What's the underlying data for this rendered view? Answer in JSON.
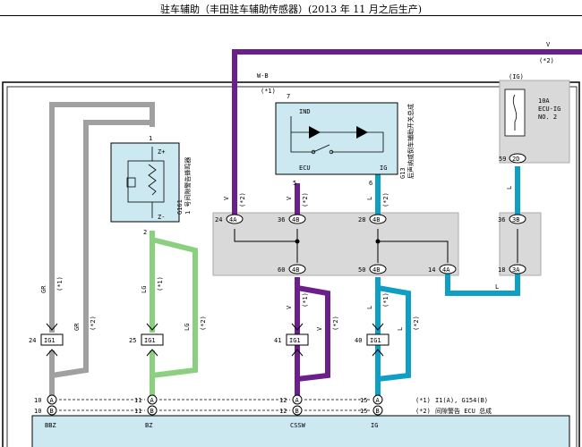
{
  "page_title": "驻车辅助（丰田驻车辅助传感器）(2013 年 11 月之后生产)",
  "top_wire": {
    "color": "V",
    "note": "(*2)"
  },
  "wb_wire": {
    "color": "W-B",
    "note": "(*1)"
  },
  "fuse": {
    "label": "(IG)",
    "lines": [
      "10A",
      "ECU-IG",
      "NO. 2"
    ],
    "pin": "59",
    "connector": "2D"
  },
  "buzzer": {
    "id": "G161",
    "name": "1 号间隙警告蜂鸣器",
    "pin_plus": "1",
    "pin_minus": "2",
    "term_plus": "Z+",
    "term_minus": "Z-"
  },
  "switch": {
    "id": "G13",
    "name": "后声纳或倒车辅助开关总成",
    "pin_ind": "7",
    "pin_ecu": "5",
    "pin_ig": "6",
    "term_ind": "IND",
    "term_ecu": "ECU",
    "term_ig": "IG"
  },
  "junctions": {
    "j1": {
      "top_pin": "24",
      "top_conn": "4A"
    },
    "j2": {
      "top_pin": "36",
      "top_conn": "4B",
      "bot_pin": "60",
      "bot_conn": "4B"
    },
    "j3": {
      "top_pin": "28",
      "top_conn": "4B",
      "bot_pin": "50",
      "bot_conn": "4B"
    },
    "j4": {
      "bot_pin": "14",
      "bot_conn": "4A"
    },
    "j5": {
      "top_pin": "36",
      "top_conn": "3B",
      "bot_pin": "18",
      "bot_conn": "3A"
    }
  },
  "wire_labels": {
    "v_left": "V",
    "v_left_note": "(*2)",
    "v_mid": "V",
    "v_mid_note": "(*2)",
    "l_mid": "L",
    "l_mid_note": "(*2)",
    "l_right": "L",
    "l_horiz": "L",
    "gr1": "GR",
    "gr1_note": "(*1)",
    "gr2": "GR",
    "gr2_note": "(*2)",
    "lg1": "LG",
    "lg1_note": "(*1)",
    "lg2": "LG",
    "lg2_note": "(*2)",
    "v_lower1": "V",
    "v_lower1_note": "(*1)",
    "v_lower2": "V",
    "v_lower2_note": "(*2)",
    "l_lower1": "L",
    "l_lower1_note": "(*1)",
    "l_lower2": "L",
    "l_lower2_note": "(*2)"
  },
  "inline_connectors": [
    {
      "pin": "24",
      "label": "IG1"
    },
    {
      "pin": "25",
      "label": "IG1"
    },
    {
      "pin": "41",
      "label": "IG1"
    },
    {
      "pin": "40",
      "label": "IG1"
    }
  ],
  "ecu": {
    "line1": "I1(A), G154(B)",
    "line2": "间隙警告 ECU 总成",
    "note_a": "(*1)",
    "note_b": "(*2)",
    "pins": [
      {
        "a_pin": "10",
        "b_pin": "10",
        "term": "BBZ"
      },
      {
        "a_pin": "11",
        "b_pin": "11",
        "term": "BZ"
      },
      {
        "a_pin": "12",
        "b_pin": "12",
        "term": "CSSW"
      },
      {
        "a_pin": "15",
        "b_pin": "15",
        "term": "IG"
      }
    ],
    "tag_a": "A",
    "tag_b": "B"
  }
}
